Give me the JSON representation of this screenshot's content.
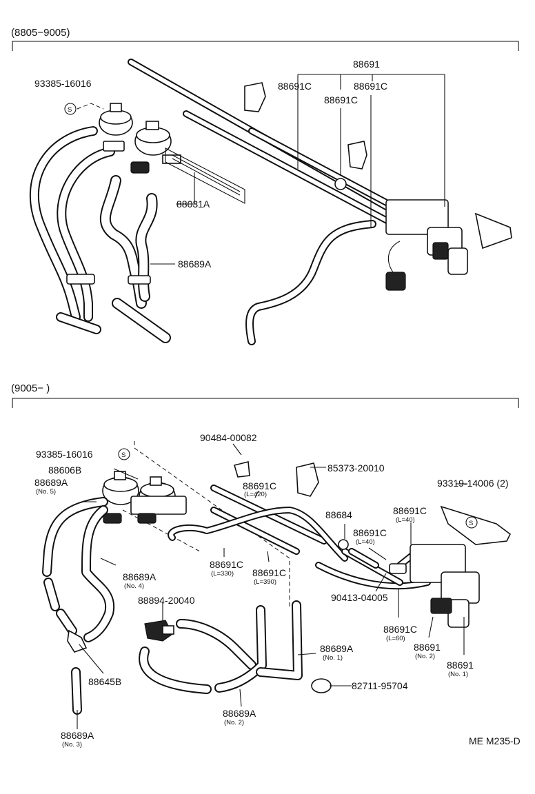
{
  "sections": [
    {
      "range": "(8805−9005)",
      "labels": {
        "l_93385": "93385-16016",
        "l_88691": "88691",
        "l_88691c_a": "88691C",
        "l_88691c_b": "88691C",
        "l_88691c_c": "88691C",
        "l_88031a": "88031A",
        "l_88689a": "88689A"
      }
    },
    {
      "range": "(9005−          )",
      "labels": {
        "l_93385": "93385-16016",
        "l_88606b": "88606B",
        "l_88689a_no5": "88689A",
        "l_88689a_no5_sub": "(No. 5)",
        "l_90484": "90484-00082",
        "l_85373": "85373-20010",
        "l_88691c_420": "88691C",
        "l_88691c_420_sub": "(L=420)",
        "l_93319": "93319-14006 (2)",
        "l_88684": "88684",
        "l_88691c_40a": "88691C",
        "l_88691c_40a_sub": "(L=40)",
        "l_88691c_40b": "88691C",
        "l_88691c_40b_sub": "(L=40)",
        "l_88689a_no4": "88689A",
        "l_88689a_no4_sub": "(No. 4)",
        "l_88691c_330": "88691C",
        "l_88691c_330_sub": "(L=330)",
        "l_88691c_390": "88691C",
        "l_88691c_390_sub": "(L=390)",
        "l_88894": "88894-20040",
        "l_90413": "90413-04005",
        "l_88691c_60": "88691C",
        "l_88691c_60_sub": "(L=60)",
        "l_88691_no2": "88691",
        "l_88691_no2_sub": "(No. 2)",
        "l_88691_no1": "88691",
        "l_88691_no1_sub": "(No. 1)",
        "l_88689a_no1": "88689A",
        "l_88689a_no1_sub": "(No. 1)",
        "l_88645b": "88645B",
        "l_82711": "82711-95704",
        "l_88689a_no2": "88689A",
        "l_88689a_no2_sub": "(No. 2)",
        "l_88689a_no3": "88689A",
        "l_88689a_no3_sub": "(No. 3)"
      }
    }
  ],
  "footer_code": "ME M235-D",
  "circled_s": "S"
}
